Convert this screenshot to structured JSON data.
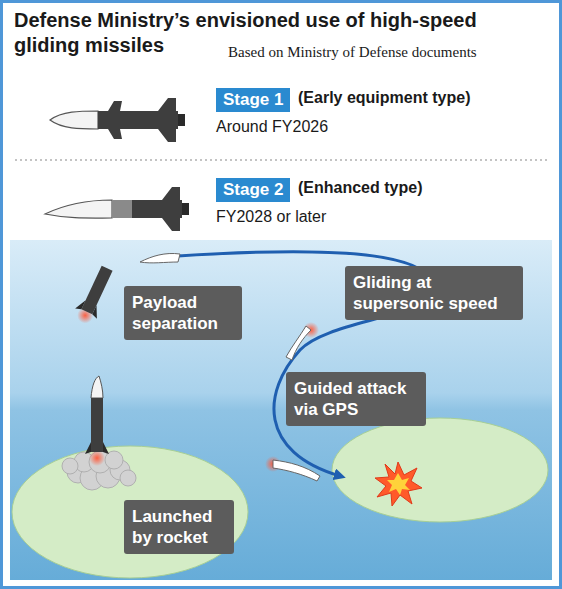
{
  "diagram": {
    "title": "Defense Ministry’s envisioned use of high-speed gliding missiles",
    "nodes": [
      {
        "text": [
          "Stage 1"
        ]
      },
      {
        "text": [
          "Stage 2"
        ]
      },
      {
        "text": [
          "Payload separation"
        ]
      },
      {
        "text": [
          "Gliding at supersonic speed"
        ]
      },
      {
        "text": [
          "Guided attack via GPS"
        ]
      },
      {
        "text": [
          "Launched by rocket"
        ]
      }
    ],
    "labels": [
      "Based on Ministry of Defense documents",
      "(Early equipment type)",
      "Around FY2026",
      "(Enhanced type)",
      "FY2028 or later"
    ]
  }
}
